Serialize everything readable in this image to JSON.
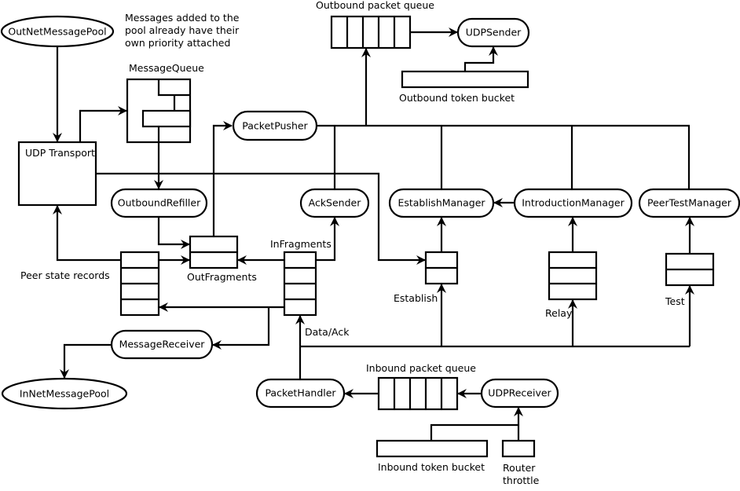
{
  "diagram": {
    "nodes": {
      "out_net_message_pool": "OutNetMessagePool",
      "in_net_message_pool": "InNetMessagePool",
      "udp_transport": "UDP Transport",
      "message_queue": "MessageQueue",
      "outbound_refiller": "OutboundRefiller",
      "packet_pusher": "PacketPusher",
      "ack_sender": "AckSender",
      "establish_manager": "EstablishManager",
      "introduction_manager": "IntroductionManager",
      "peer_test_manager": "PeerTestManager",
      "udp_sender": "UDPSender",
      "udp_receiver": "UDPReceiver",
      "packet_handler": "PacketHandler",
      "message_receiver": "MessageReceiver"
    },
    "labels": {
      "note_line1": "Messages added to the",
      "note_line2": "pool already have their",
      "note_line3": "own priority attached",
      "outbound_packet_queue": "Outbound packet queue",
      "outbound_token_bucket": "Outbound token bucket",
      "inbound_packet_queue": "Inbound packet queue",
      "inbound_token_bucket": "Inbound token bucket",
      "router_throttle_line1": "Router",
      "router_throttle_line2": "throttle",
      "peer_state_records": "Peer state records",
      "out_fragments": "OutFragments",
      "in_fragments": "InFragments",
      "data_ack": "Data/Ack",
      "establish": "Establish",
      "relay": "Relay",
      "test": "Test"
    }
  }
}
